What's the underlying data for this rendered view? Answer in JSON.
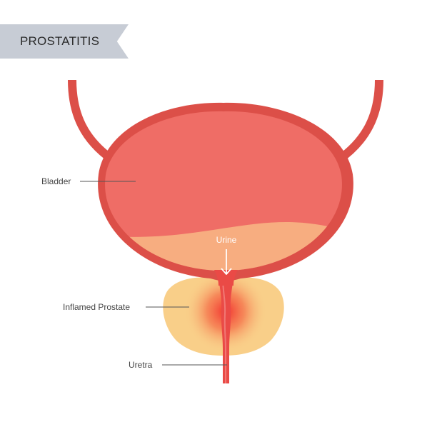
{
  "title": "PROSTATITIS",
  "labels": {
    "bladder": "Bladder",
    "urine": "Urine",
    "prostate": "Inflamed Prostate",
    "uretra": "Uretra"
  },
  "colors": {
    "banner": "#c7ccd5",
    "bladder_wall": "#dc4f48",
    "bladder_inner": "#ef6d66",
    "urine": "#f7ad80",
    "prostate": "#f9cf89",
    "inflammation": "#f22b2b",
    "leader_line": "#555555"
  },
  "icons": {
    "arrow": "down-arrow-icon"
  }
}
